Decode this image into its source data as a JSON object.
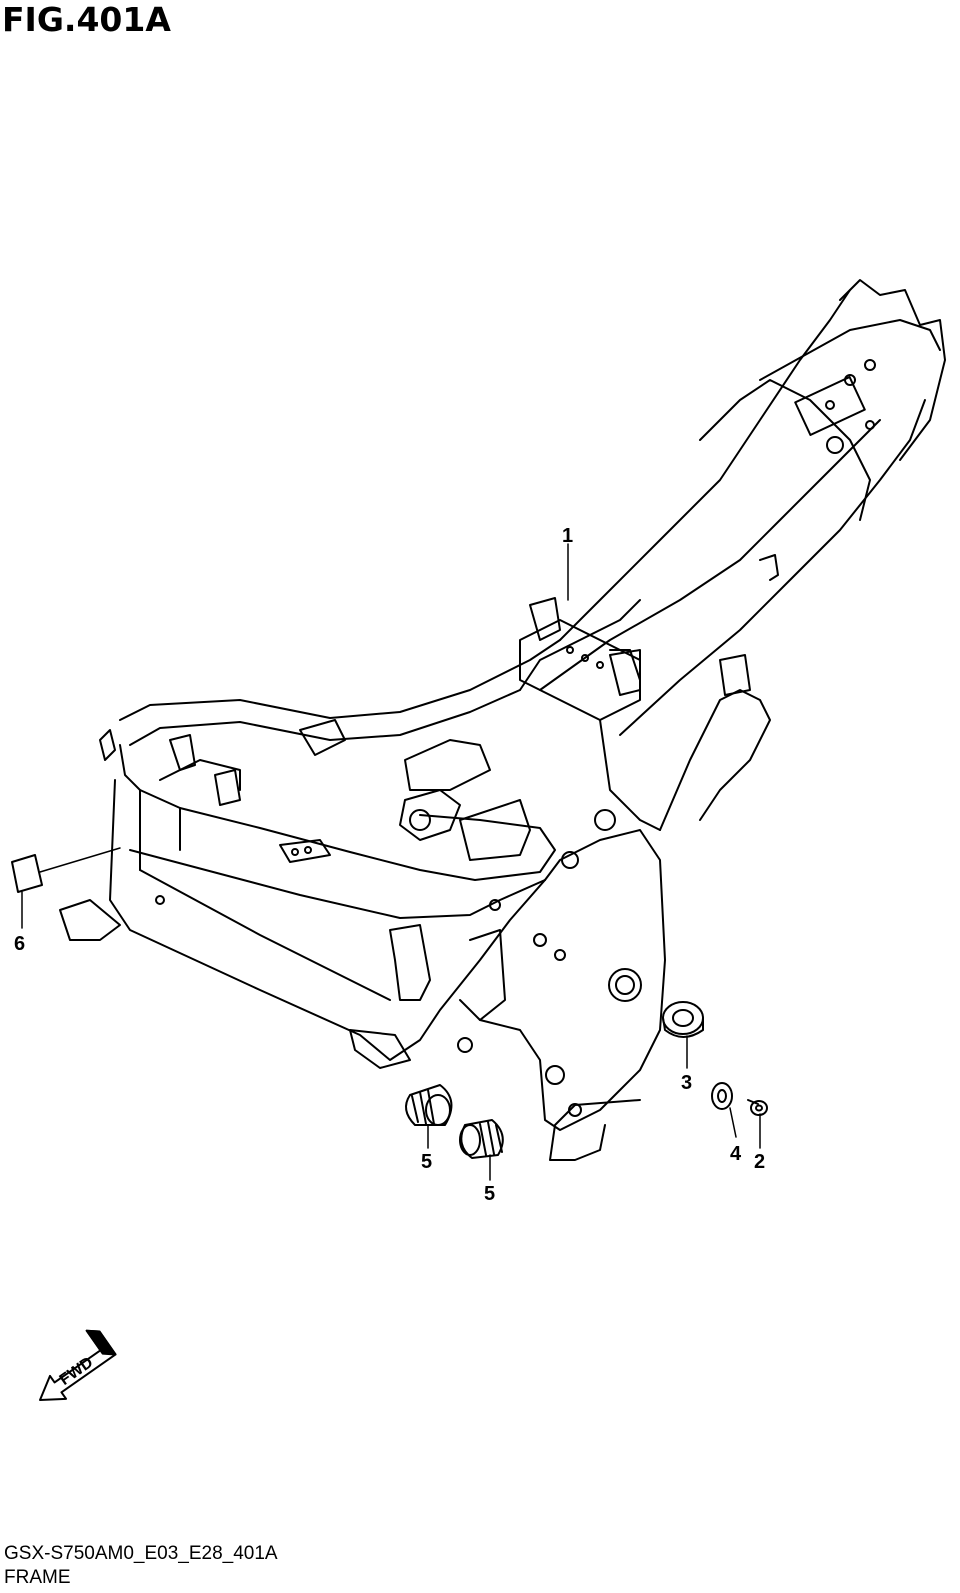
{
  "figure": {
    "title": "FIG.401A",
    "model_code": "GSX-S750AM0_E03_E28_401A",
    "name": "FRAME"
  },
  "callouts": [
    {
      "label": "1",
      "part": "frame"
    },
    {
      "label": "2",
      "part": "bolt"
    },
    {
      "label": "3",
      "part": "cap"
    },
    {
      "label": "4",
      "part": "washer"
    },
    {
      "label": "5",
      "part": "bushing"
    },
    {
      "label": "5",
      "part": "bushing"
    },
    {
      "label": "6",
      "part": "plate"
    }
  ],
  "fwd_arrow": {
    "label": "FWD",
    "icon": "fwd-arrow-icon"
  },
  "colors": {
    "ink": "#000000",
    "paper": "#ffffff"
  }
}
